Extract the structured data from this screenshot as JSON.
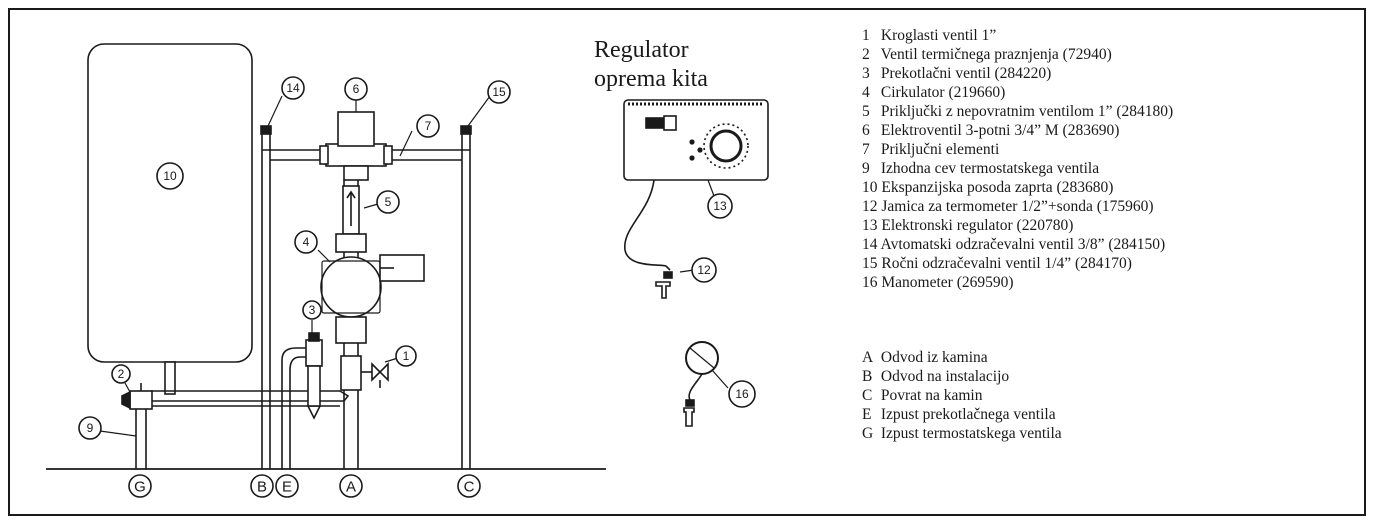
{
  "regulator_title": [
    "Regulator",
    "oprema kita"
  ],
  "legend_numbered": [
    {
      "num": "1",
      "text": "Kroglasti ventil 1”"
    },
    {
      "num": "2",
      "text": "Ventil termičnega praznjenja (72940)"
    },
    {
      "num": "3",
      "text": "Prekotlačni ventil (284220)"
    },
    {
      "num": "4",
      "text": "Cirkulator (219660)"
    },
    {
      "num": "5",
      "text": "Priključki z nepovratnim ventilom 1” (284180)"
    },
    {
      "num": "6",
      "text": "Elektroventil 3-potni 3/4” M (283690)"
    },
    {
      "num": "7",
      "text": "Priključni elementi"
    },
    {
      "num": "9",
      "text": "Izhodna cev termostatskega ventila"
    },
    {
      "num": "10",
      "text": "Ekspanzijska posoda zaprta (283680)"
    },
    {
      "num": "12",
      "text": "Jamica za termometer 1/2”+sonda (175960)"
    },
    {
      "num": "13",
      "text": "Elektronski regulator (220780)"
    },
    {
      "num": "14",
      "text": "Avtomatski odzračevalni ventil 3/8” (284150)"
    },
    {
      "num": "15",
      "text": "Ročni odzračevalni ventil 1/4” (284170)"
    },
    {
      "num": "16",
      "text": "Manometer (269590)"
    }
  ],
  "legend_lettered": [
    {
      "num": "A",
      "text": "Odvod iz kamina"
    },
    {
      "num": "B",
      "text": "Odvod na instalacijo"
    },
    {
      "num": "C",
      "text": "Povrat na kamin"
    },
    {
      "num": "E",
      "text": "Izpust prekotlačnega ventila"
    },
    {
      "num": "G",
      "text": "Izpust termostatskega ventila"
    }
  ],
  "callouts": {
    "c1": "1",
    "c2": "2",
    "c3": "3",
    "c4": "4",
    "c5": "5",
    "c6": "6",
    "c7": "7",
    "c9": "9",
    "c10": "10",
    "c12": "12",
    "c13": "13",
    "c14": "14",
    "c15": "15",
    "c16": "16"
  },
  "connections": {
    "G": "G",
    "B": "B",
    "E": "E",
    "A": "A",
    "C": "C"
  }
}
